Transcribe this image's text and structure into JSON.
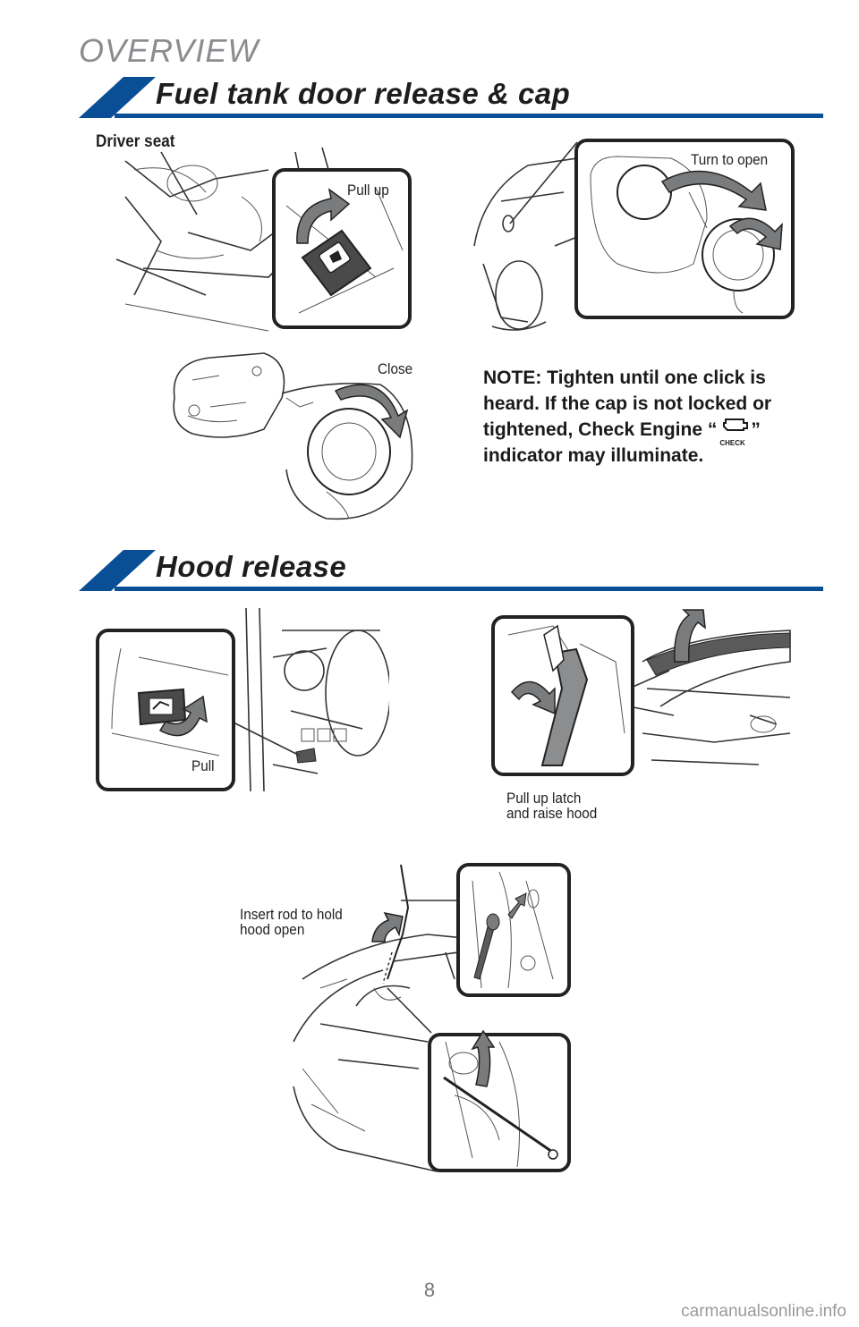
{
  "header": {
    "section": "OVERVIEW"
  },
  "fuel": {
    "title": "Fuel tank door release & cap",
    "driver_seat": "Driver seat",
    "pull_up": "Pull up",
    "turn_to_open": "Turn to open",
    "close": "Close",
    "note_before": "NOTE: Tighten until one click is heard. If the cap is not locked or tightened, Check Engine “",
    "note_icon_text": "CHECK",
    "note_after": "” indicator may illuminate."
  },
  "hood": {
    "title": "Hood release",
    "pull": "Pull",
    "pull_latch_1": "Pull up latch",
    "pull_latch_2": "and raise hood",
    "insert_rod_1": "Insert rod to hold",
    "insert_rod_2": "hood open"
  },
  "footer": {
    "page_number": "8",
    "watermark": "carmanualsonline.info"
  },
  "colors": {
    "accent": "#0a4f96",
    "arrow_gray": "#7a7b7d",
    "overview_gray": "#8a8c8f"
  },
  "icons": [
    "fuel-door-icon",
    "check-engine-icon",
    "hood-release-icon"
  ]
}
